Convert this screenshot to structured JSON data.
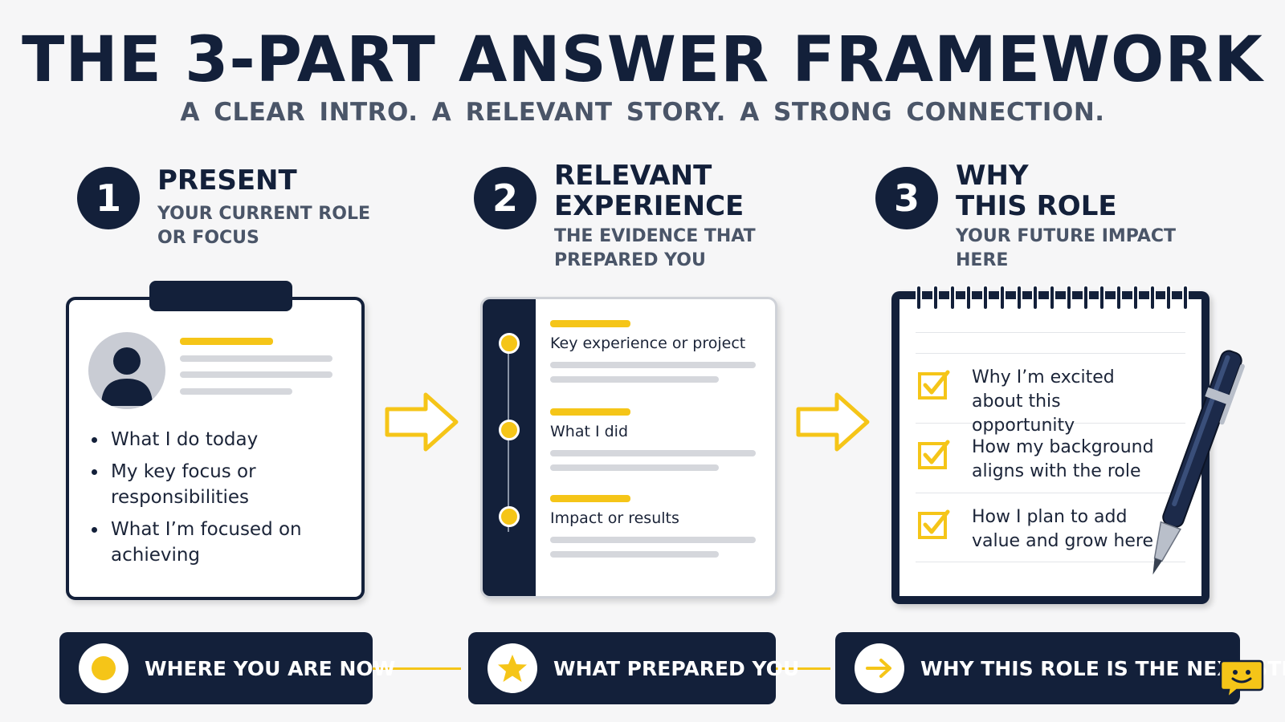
{
  "header": {
    "title": "THE 3-PART ANSWER FRAMEWORK",
    "subtitle": "A CLEAR INTRO.  A RELEVANT STORY.  A STRONG CONNECTION."
  },
  "steps": [
    {
      "number": "1",
      "title_lines": [
        "PRESENT"
      ],
      "subtitle_lines": [
        "YOUR CURRENT ROLE",
        "OR FOCUS"
      ],
      "bullets": [
        "What I do today",
        "My key focus or responsibilities",
        "What I’m focused on achieving"
      ]
    },
    {
      "number": "2",
      "title_lines": [
        "RELEVANT",
        "EXPERIENCE"
      ],
      "subtitle_lines": [
        "THE EVIDENCE THAT",
        "PREPARED YOU"
      ],
      "items": [
        "Key experience or project",
        "What I did",
        "Impact or results"
      ]
    },
    {
      "number": "3",
      "title_lines": [
        "WHY",
        "THIS ROLE"
      ],
      "subtitle_lines": [
        "YOUR FUTURE IMPACT",
        "HERE"
      ],
      "checklist": [
        "Why I’m excited about this opportunity",
        "How my background aligns with the role",
        "How I plan to add value and grow here"
      ]
    }
  ],
  "footer": [
    {
      "label": "WHERE YOU ARE NOW",
      "icon": "yellow-dot-icon"
    },
    {
      "label": "WHAT PREPARED YOU",
      "icon": "star-icon"
    },
    {
      "label": "WHY THIS ROLE IS THE NEXT STEP",
      "icon": "arrow-right-icon"
    }
  ],
  "colors": {
    "navy": "#13203a",
    "accent": "#f5c518",
    "muted": "#4a5568"
  }
}
